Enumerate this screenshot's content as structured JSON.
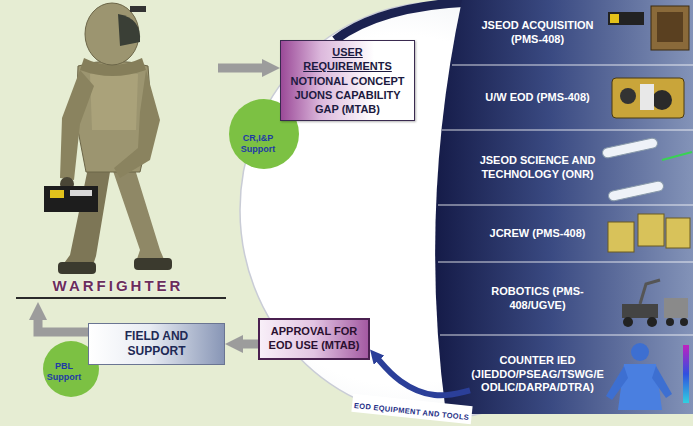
{
  "diagram": {
    "nodes": [
      {
        "text": [
          "WARFIGHTER"
        ]
      },
      {
        "text": [
          "USER REQUIREMENTS",
          "NOTIONAL CONCEPT JUONS CAPABILITY GAP (MTAB)"
        ]
      },
      {
        "text": [
          "CR,I&P Support"
        ]
      },
      {
        "text": [
          "JSEOD ACQUISITION (PMS-408)"
        ]
      },
      {
        "text": [
          "U/W EOD (PMS-408)"
        ]
      },
      {
        "text": [
          "JSEOD SCIENCE AND TECHNOLOGY (ONR)"
        ]
      },
      {
        "text": [
          "JCREW (PMS-408)"
        ]
      },
      {
        "text": [
          "ROBOTICS (PMS-408/UGVE)"
        ]
      },
      {
        "text": [
          "COUNTER IED (JIEDDO/PSEAG/TSWG/EODLIC/DARPA/DTRA)"
        ]
      },
      {
        "text": [
          "APPROVAL FOR EOD USE (MTAB)"
        ]
      },
      {
        "text": [
          "FIELD AND SUPPORT"
        ]
      },
      {
        "text": [
          "PBL Support"
        ]
      }
    ],
    "edges": [
      {
        "from": 0,
        "to": 1,
        "arrow": "to"
      },
      {
        "from": 8,
        "to": 9,
        "label": "EOD EQUIPMENT AND TOOLS",
        "arrow": "to"
      },
      {
        "from": 9,
        "to": 10,
        "arrow": "to"
      },
      {
        "from": 10,
        "to": 0,
        "arrow": "to"
      }
    ]
  }
}
